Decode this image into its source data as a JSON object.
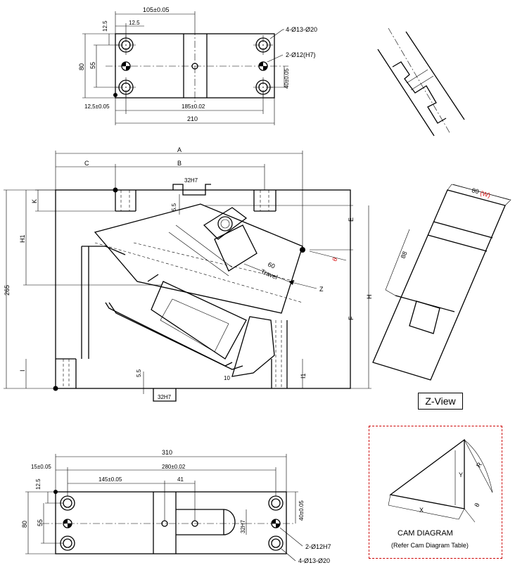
{
  "top_view": {
    "dims": {
      "d105": "105±0.05",
      "d12_5a": "12.5",
      "d12_5b": "12.5",
      "d80": "80",
      "d55": "55",
      "d40": "40±0.05",
      "d12_5c": "12,5±0.05",
      "d185": "185±0.02",
      "d210": "210"
    },
    "callouts": {
      "holes": "4-Ø13-Ø20",
      "pins": "2-Ø12(H7)"
    }
  },
  "front_view": {
    "dims": {
      "A": "A",
      "B": "B",
      "C": "C",
      "K": "K",
      "H1": "H1",
      "E": "E",
      "F": "F",
      "H": "H",
      "d265": "265",
      "h32a": "32H7",
      "d5_5a": "5.5",
      "d5_5b": "5.5",
      "h32b": "32H7",
      "travel_num": "60",
      "travel": "Travel",
      "theta": "θ",
      "Z": "Z",
      "d10": "10",
      "I": "I",
      "I1": "I1"
    }
  },
  "z_view": {
    "dims": {
      "d80": "80",
      "W": "(W)",
      "d88": "88"
    },
    "label": "Z-View"
  },
  "bottom_view": {
    "dims": {
      "d310": "310",
      "d15": "15±0.05",
      "d280": "280±0.02",
      "d12_5": "12.5",
      "d145": "145±0.05",
      "d41": "41",
      "d80": "80",
      "d55": "55",
      "d40": "40±0.05",
      "h32": "32H7"
    },
    "callouts": {
      "pins": "2-Ø12H7",
      "holes": "4-Ø13-Ø20"
    }
  },
  "cam_diagram": {
    "title": "CAM DIAGRAM",
    "subtitle": "(Refer Cam Diagram Table)",
    "labels": {
      "Y": "Y",
      "X": "X",
      "theta": "θ",
      "R": "R"
    }
  },
  "colors": {
    "line": "#000000",
    "accent_red": "#dd1111",
    "frame_dashed": "#cc0000"
  }
}
